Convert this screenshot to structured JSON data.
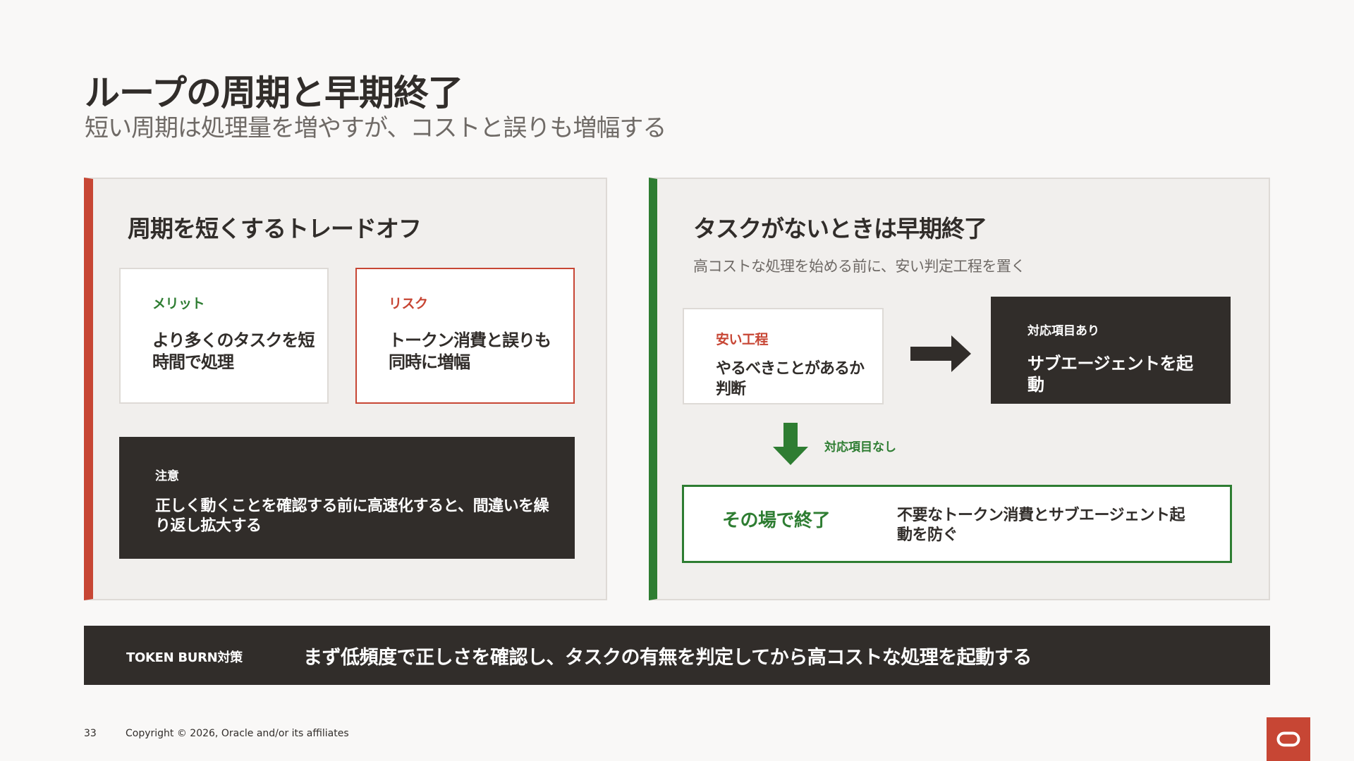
{
  "slide": {
    "title": "ループの周期と早期終了",
    "subtitle": "短い周期は処理量を増やすが、コストと誤りも増幅する",
    "page_number": "33",
    "copyright": "Copyright © 2026, Oracle and/or its affiliates"
  },
  "left_panel": {
    "heading": "周期を短くするトレードオフ",
    "merit": {
      "tag": "メリット",
      "body": "より多くのタスクを短時間で処理"
    },
    "risk": {
      "tag": "リスク",
      "body": "トークン消費と誤りも同時に増幅"
    },
    "caution": {
      "tag": "注意",
      "body": "正しく動くことを確認する前に高速化すると、間違いを繰り返し拡大する"
    }
  },
  "right_panel": {
    "heading": "タスクがないときは早期終了",
    "note": "高コストな処理を始める前に、安い判定工程を置く",
    "cheap_step": {
      "tag": "安い工程",
      "body": "やるべきことがあるか判断"
    },
    "has_items": {
      "tag": "対応項目あり",
      "body": "サブエージェントを起動"
    },
    "no_items_label": "対応項目なし",
    "end": {
      "title": "その場で終了",
      "desc": "不要なトークン消費とサブエージェント起動を防ぐ"
    }
  },
  "banner": {
    "tag": "TOKEN BURN対策",
    "text": "まず低頻度で正しさを確認し、タスクの有無を判定してから高コストな処理を起動する"
  },
  "colors": {
    "accent_red": "#c74634",
    "accent_green": "#2e7d32",
    "dark": "#312d2a"
  },
  "icons": {
    "right_arrow": "arrow-right-icon",
    "down_arrow": "arrow-down-icon",
    "logo": "oracle-logo-icon"
  }
}
